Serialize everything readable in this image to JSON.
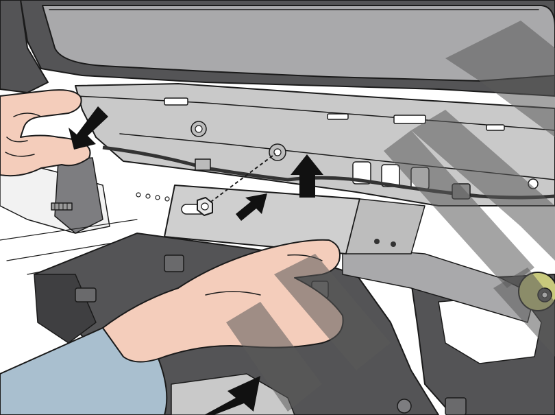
{
  "illustration": {
    "kind": "technical service line illustration",
    "colors": {
      "outline": "#1a1a1a",
      "glass": "#a9a9ab",
      "trim_dark": "#545456",
      "trim_mid": "#7d7d80",
      "panel_light": "#d9d9d9",
      "bracket": "#cfcfcf",
      "skin": "#f4cdbb",
      "sleeve": "#a9bfcf",
      "bumper_stop": "#c8c97c",
      "arrow": "#111111",
      "watermark": "#5a5a5a"
    },
    "arrows": [
      {
        "name": "pull-trim-arrow",
        "direction": "down-left"
      },
      {
        "name": "lift-trim-arrow",
        "direction": "up"
      },
      {
        "name": "slide-bracket-arrow",
        "direction": "up-right"
      },
      {
        "name": "push-panel-arrow",
        "direction": "up-right"
      }
    ],
    "parts": [
      "window-glass",
      "upper-trim-rail",
      "wiring-harness",
      "mounting-bracket",
      "retaining-nut",
      "mounting-stud",
      "lower-trim-panel",
      "rubber-bumper-stop",
      "left-hand",
      "right-hand",
      "watermark-stripes"
    ]
  }
}
